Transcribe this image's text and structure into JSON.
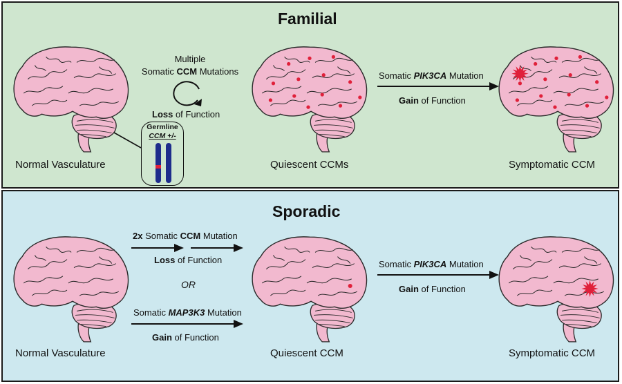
{
  "familial": {
    "title": "Familial",
    "brains": [
      {
        "label": "Normal Vasculature"
      },
      {
        "label": "Quiescent CCMs"
      },
      {
        "label": "Symptomatic CCM"
      }
    ],
    "cycle_text": {
      "line1": "Multiple",
      "line2_pre": "Somatic ",
      "line2_bold": "CCM",
      "line2_post": " Mutations"
    },
    "loss": {
      "bold": "Loss",
      "rest": " of Function"
    },
    "germline": {
      "line1": "Germline",
      "line2": "CCM +/-"
    },
    "arrow": {
      "pre": "Somatic ",
      "gene": "PIK3CA",
      "post": " Mutation",
      "gain_bold": "Gain",
      "gain_rest": " of Function"
    }
  },
  "sporadic": {
    "title": "Sporadic",
    "brains": [
      {
        "label": "Normal Vasculature"
      },
      {
        "label": "Quiescent CCM"
      },
      {
        "label": "Symptomatic CCM"
      }
    ],
    "upper_path": {
      "pre_bold": "2x",
      "mid": " Somatic ",
      "gene": "CCM",
      "post": " Mutation",
      "loss_bold": "Loss",
      "loss_rest": " of Function"
    },
    "or_text": "OR",
    "lower_path": {
      "pre": "Somatic ",
      "gene": "MAP3K3",
      "post": " Mutation",
      "gain_bold": "Gain",
      "gain_rest": " of Function"
    },
    "arrow": {
      "pre": "Somatic ",
      "gene": "PIK3CA",
      "post": " Mutation",
      "gain_bold": "Gain",
      "gain_rest": " of Function"
    }
  },
  "colors": {
    "brain_fill": "#f2b9cf",
    "brain_stroke": "#2a2a2a",
    "lesion": "#e0203a",
    "chromosome": "#1e2c8c",
    "familial_bg": "#cfe6cf",
    "sporadic_bg": "#cde8ef"
  }
}
